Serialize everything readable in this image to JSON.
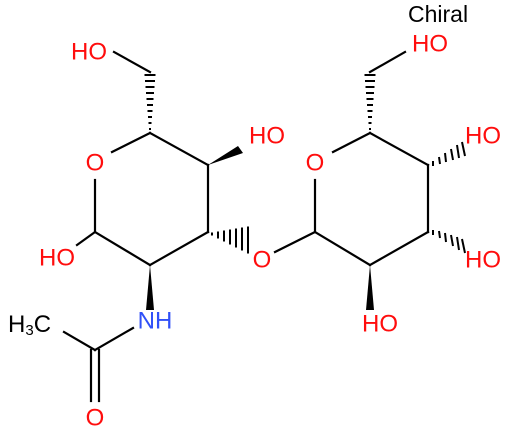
{
  "molecule": {
    "chiral_flag": "Chiral",
    "label_colors": {
      "oxygen": "#ff0d0d",
      "nitrogen": "#3050f8",
      "carbon": "#000000"
    },
    "atom_labels": {
      "glcnac_ch2oh": "HO",
      "glcnac_c4_oh": "HO",
      "glcnac_ring_o": "O",
      "glcnac_c1_oh": "HO",
      "glycosidic_o": "O",
      "nh": "NH",
      "h3c": "H3C",
      "h3c_h": "H",
      "h3c_sub": "3",
      "h3c_c": "C",
      "carbonyl_o": "O",
      "gal_ch2oh": "HO",
      "gal_ring_o": "O",
      "gal_c4_oh": "HO",
      "gal_c3_oh": "HO",
      "gal_c2_oh": "HO"
    }
  }
}
